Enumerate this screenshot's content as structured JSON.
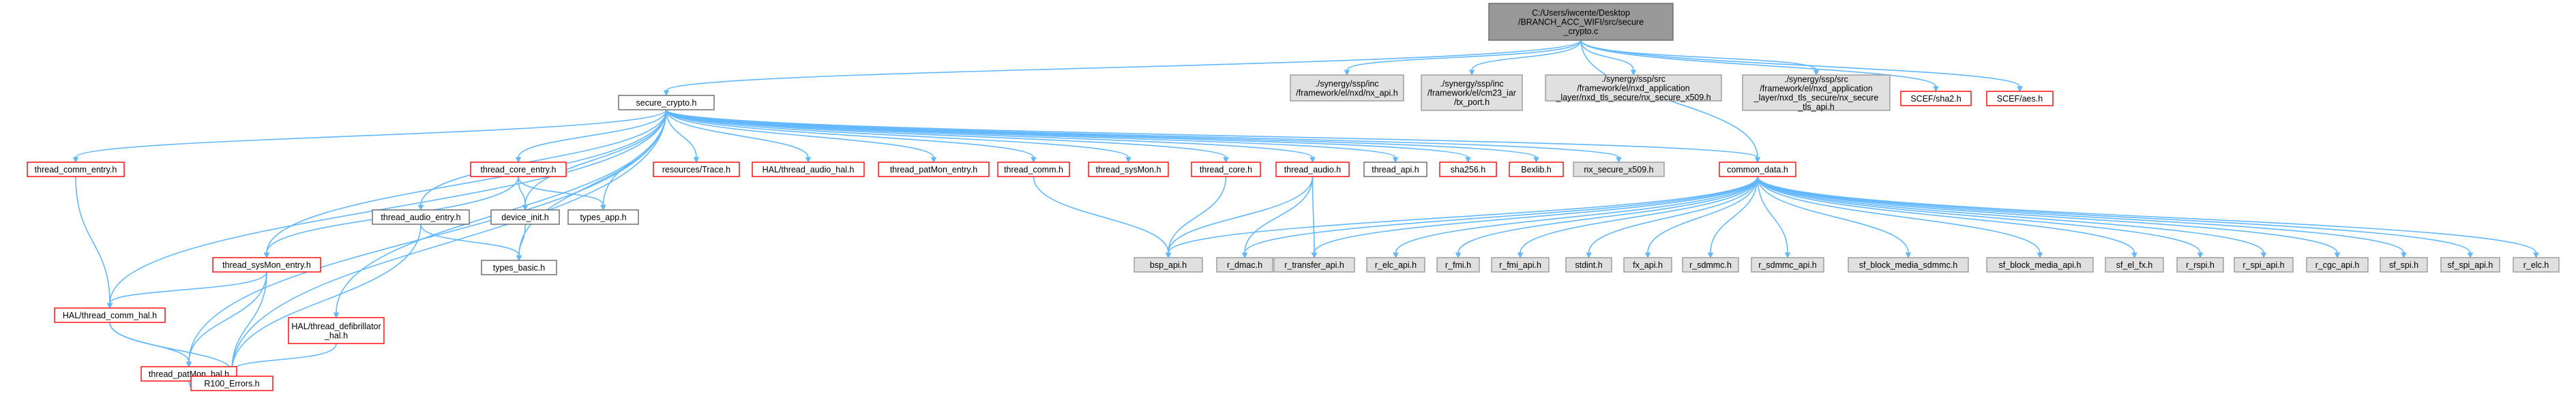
{
  "colors": {
    "edge": "#63b8ff",
    "root_fill": "#999999",
    "root_stroke": "#666666",
    "normal_fill": "#ffffff",
    "normal_stroke": "#666666",
    "missing_stroke": "#ff0000",
    "external_fill": "#e0e0e0",
    "external_stroke": "#999999"
  },
  "nodes": {
    "root": {
      "lines": [
        "C:/Users/iwcente/Desktop",
        "/BRANCH_ACC_WIFI/src/secure",
        "_crypto.c"
      ],
      "kind": "root"
    },
    "secure_crypto_h": {
      "lines": [
        "secure_crypto.h"
      ],
      "kind": "normal"
    },
    "nx_api": {
      "lines": [
        "./synergy/ssp/inc",
        "/framework/el/nxd/nx_api.h"
      ],
      "kind": "external"
    },
    "tx_port": {
      "lines": [
        "./synergy/ssp/inc",
        "/framework/el/cm23_iar",
        "/tx_port.h"
      ],
      "kind": "external"
    },
    "nx_secure_x509_path": {
      "lines": [
        "./synergy/ssp/src",
        "/framework/el/nxd_application",
        "_layer/nxd_tls_secure/nx_secure_x509.h"
      ],
      "kind": "external"
    },
    "nx_secure_tls_api": {
      "lines": [
        "./synergy/ssp/src",
        "/framework/el/nxd_application",
        "_layer/nxd_tls_secure/nx_secure",
        "_tls_api.h"
      ],
      "kind": "external"
    },
    "sce_sha2": {
      "lines": [
        "SCEF/sha2.h"
      ],
      "kind": "missing"
    },
    "sce_aes": {
      "lines": [
        "SCEF/aes.h"
      ],
      "kind": "missing"
    },
    "thread_comm_entry": {
      "lines": [
        "thread_comm_entry.h"
      ],
      "kind": "missing"
    },
    "thread_sysmon_entry": {
      "lines": [
        "thread_sysMon_entry.h"
      ],
      "kind": "missing"
    },
    "thread_core_entry": {
      "lines": [
        "thread_core_entry.h"
      ],
      "kind": "missing"
    },
    "resources_trace": {
      "lines": [
        "resources/Trace.h"
      ],
      "kind": "missing"
    },
    "hal_thread_audio_hal": {
      "lines": [
        "HAL/thread_audio_hal.h"
      ],
      "kind": "missing"
    },
    "thread_patmon_entry": {
      "lines": [
        "thread_patMon_entry.h"
      ],
      "kind": "missing"
    },
    "thread_comm": {
      "lines": [
        "thread_comm.h"
      ],
      "kind": "missing"
    },
    "thread_sysmon": {
      "lines": [
        "thread_sysMon.h"
      ],
      "kind": "missing"
    },
    "thread_core": {
      "lines": [
        "thread_core.h"
      ],
      "kind": "missing"
    },
    "thread_audio": {
      "lines": [
        "thread_audio.h"
      ],
      "kind": "missing"
    },
    "thread_api": {
      "lines": [
        "thread_api.h"
      ],
      "kind": "normal"
    },
    "sha256": {
      "lines": [
        "sha256.h"
      ],
      "kind": "missing"
    },
    "bexlib": {
      "lines": [
        "Bexlib.h"
      ],
      "kind": "missing"
    },
    "nx_secure_x509": {
      "lines": [
        "nx_secure_x509.h"
      ],
      "kind": "external"
    },
    "common_data": {
      "lines": [
        "common_data.h"
      ],
      "kind": "missing"
    },
    "thread_audio_entry": {
      "lines": [
        "thread_audio_entry.h"
      ],
      "kind": "normal"
    },
    "device_init": {
      "lines": [
        "device_init.h"
      ],
      "kind": "normal"
    },
    "types_app": {
      "lines": [
        "types_app.h"
      ],
      "kind": "normal"
    },
    "types_basic": {
      "lines": [
        "types_basic.h"
      ],
      "kind": "normal"
    },
    "hal_thread_comm_hal": {
      "lines": [
        "HAL/thread_comm_hal.h"
      ],
      "kind": "missing"
    },
    "thread_patmon_hal": {
      "lines": [
        "thread_patMon_hal.h"
      ],
      "kind": "missing"
    },
    "hal_thread_defib": {
      "lines": [
        "HAL/thread_defibrillator",
        "_hal.h"
      ],
      "kind": "missing"
    },
    "r100_errors": {
      "lines": [
        "R100_Errors.h"
      ],
      "kind": "missing"
    },
    "bsp_api": {
      "lines": [
        "bsp_api.h"
      ],
      "kind": "external"
    },
    "r_dmac": {
      "lines": [
        "r_dmac.h"
      ],
      "kind": "external"
    },
    "r_transfer_api": {
      "lines": [
        "r_transfer_api.h"
      ],
      "kind": "external"
    },
    "r_elc_api": {
      "lines": [
        "r_elc_api.h"
      ],
      "kind": "external"
    },
    "r_fmi": {
      "lines": [
        "r_fmi.h"
      ],
      "kind": "external"
    },
    "r_fmi_api": {
      "lines": [
        "r_fmi_api.h"
      ],
      "kind": "external"
    },
    "stdint": {
      "lines": [
        "stdint.h"
      ],
      "kind": "external"
    },
    "fx_api": {
      "lines": [
        "fx_api.h"
      ],
      "kind": "external"
    },
    "r_sdmmc": {
      "lines": [
        "r_sdmmc.h"
      ],
      "kind": "external"
    },
    "r_sdmmc_api": {
      "lines": [
        "r_sdmmc_api.h"
      ],
      "kind": "external"
    },
    "sf_block_media_sdmmc": {
      "lines": [
        "sf_block_media_sdmmc.h"
      ],
      "kind": "external"
    },
    "sf_block_media_api": {
      "lines": [
        "sf_block_media_api.h"
      ],
      "kind": "external"
    },
    "sf_el_fx": {
      "lines": [
        "sf_el_fx.h"
      ],
      "kind": "external"
    },
    "r_rspi": {
      "lines": [
        "r_rspi.h"
      ],
      "kind": "external"
    },
    "r_spi_api": {
      "lines": [
        "r_spi_api.h"
      ],
      "kind": "external"
    },
    "r_cgc_api": {
      "lines": [
        "r_cgc_api.h"
      ],
      "kind": "external"
    },
    "sf_spi": {
      "lines": [
        "sf_spi.h"
      ],
      "kind": "external"
    },
    "sf_spi_api": {
      "lines": [
        "sf_spi_api.h"
      ],
      "kind": "external"
    },
    "r_elc": {
      "lines": [
        "r_elc.h"
      ],
      "kind": "external"
    }
  },
  "edges": [
    [
      "root",
      "secure_crypto_h"
    ],
    [
      "root",
      "nx_api"
    ],
    [
      "root",
      "tx_port"
    ],
    [
      "root",
      "nx_secure_x509_path"
    ],
    [
      "root",
      "nx_secure_tls_api"
    ],
    [
      "root",
      "sce_sha2"
    ],
    [
      "root",
      "sce_aes"
    ],
    [
      "root",
      "common_data"
    ],
    [
      "secure_crypto_h",
      "thread_comm_entry"
    ],
    [
      "secure_crypto_h",
      "thread_sysmon_entry"
    ],
    [
      "secure_crypto_h",
      "thread_core_entry"
    ],
    [
      "secure_crypto_h",
      "resources_trace"
    ],
    [
      "secure_crypto_h",
      "hal_thread_audio_hal"
    ],
    [
      "secure_crypto_h",
      "thread_patmon_entry"
    ],
    [
      "secure_crypto_h",
      "thread_comm"
    ],
    [
      "secure_crypto_h",
      "thread_sysmon"
    ],
    [
      "secure_crypto_h",
      "thread_core"
    ],
    [
      "secure_crypto_h",
      "thread_audio"
    ],
    [
      "secure_crypto_h",
      "thread_api"
    ],
    [
      "secure_crypto_h",
      "sha256"
    ],
    [
      "secure_crypto_h",
      "bexlib"
    ],
    [
      "secure_crypto_h",
      "nx_secure_x509"
    ],
    [
      "secure_crypto_h",
      "common_data"
    ],
    [
      "secure_crypto_h",
      "thread_audio_entry"
    ],
    [
      "secure_crypto_h",
      "device_init"
    ],
    [
      "secure_crypto_h",
      "types_app"
    ],
    [
      "secure_crypto_h",
      "types_basic"
    ],
    [
      "secure_crypto_h",
      "hal_thread_comm_hal"
    ],
    [
      "secure_crypto_h",
      "thread_patmon_hal"
    ],
    [
      "secure_crypto_h",
      "hal_thread_defib"
    ],
    [
      "secure_crypto_h",
      "r100_errors"
    ],
    [
      "thread_comm_entry",
      "hal_thread_comm_hal"
    ],
    [
      "thread_core_entry",
      "thread_sysmon_entry"
    ],
    [
      "thread_core_entry",
      "device_init"
    ],
    [
      "thread_core_entry",
      "types_app"
    ],
    [
      "thread_sysmon_entry",
      "hal_thread_comm_hal"
    ],
    [
      "thread_sysmon_entry",
      "thread_patmon_hal"
    ],
    [
      "thread_sysmon_entry",
      "r100_errors"
    ],
    [
      "hal_thread_comm_hal",
      "thread_patmon_hal"
    ],
    [
      "hal_thread_comm_hal",
      "r100_errors"
    ],
    [
      "thread_patmon_hal",
      "r100_errors"
    ],
    [
      "hal_thread_defib",
      "r100_errors"
    ],
    [
      "thread_audio_entry",
      "types_basic"
    ],
    [
      "thread_audio_entry",
      "r100_errors"
    ],
    [
      "device_init",
      "types_basic"
    ],
    [
      "thread_comm",
      "bsp_api"
    ],
    [
      "thread_core",
      "bsp_api"
    ],
    [
      "thread_audio",
      "bsp_api"
    ],
    [
      "thread_audio",
      "r_dmac"
    ],
    [
      "thread_audio",
      "r_transfer_api"
    ],
    [
      "common_data",
      "bsp_api"
    ],
    [
      "common_data",
      "r_dmac"
    ],
    [
      "common_data",
      "r_transfer_api"
    ],
    [
      "common_data",
      "r_elc_api"
    ],
    [
      "common_data",
      "r_fmi"
    ],
    [
      "common_data",
      "r_fmi_api"
    ],
    [
      "common_data",
      "stdint"
    ],
    [
      "common_data",
      "fx_api"
    ],
    [
      "common_data",
      "r_sdmmc"
    ],
    [
      "common_data",
      "r_sdmmc_api"
    ],
    [
      "common_data",
      "sf_block_media_sdmmc"
    ],
    [
      "common_data",
      "sf_block_media_api"
    ],
    [
      "common_data",
      "sf_el_fx"
    ],
    [
      "common_data",
      "r_rspi"
    ],
    [
      "common_data",
      "r_spi_api"
    ],
    [
      "common_data",
      "r_cgc_api"
    ],
    [
      "common_data",
      "sf_spi"
    ],
    [
      "common_data",
      "sf_spi_api"
    ],
    [
      "common_data",
      "r_elc"
    ]
  ]
}
